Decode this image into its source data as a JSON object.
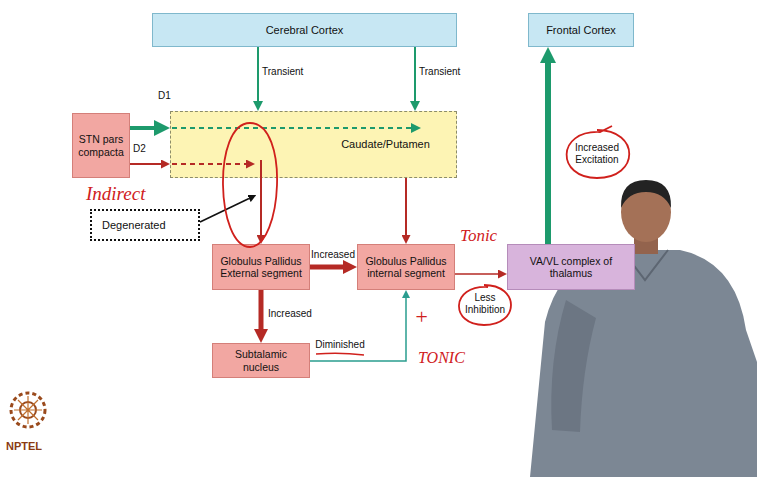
{
  "diagram": {
    "nodes": [
      {
        "text": [
          "Cerebral Cortex"
        ]
      },
      {
        "text": [
          "Frontal Cortex"
        ]
      },
      {
        "text": [
          "STN pars compacta"
        ]
      },
      {
        "text": [
          "Caudate/Putamen"
        ]
      },
      {
        "text": [
          "Degenerated"
        ]
      },
      {
        "text": [
          "Globulus Pallidus External segment"
        ]
      },
      {
        "text": [
          "Globulus Pallidus internal segment"
        ]
      },
      {
        "text": [
          "VA/VL complex of thalamus"
        ]
      },
      {
        "text": [
          "Subtalamic nucleus"
        ]
      }
    ],
    "edges": [
      {
        "from": 0,
        "to": 3,
        "arrow": "to",
        "label": "Transient"
      },
      {
        "from": 0,
        "to": 3,
        "arrow": "to",
        "label": "Transient"
      },
      {
        "from": 2,
        "to": 3,
        "arrow": "to",
        "label": "D1"
      },
      {
        "from": 2,
        "to": 3,
        "arrow": "to",
        "label": "D2"
      },
      {
        "from": 3,
        "to": 5,
        "arrow": "to"
      },
      {
        "from": 3,
        "to": 6,
        "arrow": "to"
      },
      {
        "from": 5,
        "to": 6,
        "arrow": "to",
        "label": "Increased"
      },
      {
        "from": 5,
        "to": 8,
        "arrow": "to",
        "label": "Increased"
      },
      {
        "from": 8,
        "to": 6,
        "arrow": "to",
        "label": "Diminished"
      },
      {
        "from": 6,
        "to": 7,
        "arrow": "to"
      },
      {
        "from": 7,
        "to": 1,
        "arrow": "to"
      }
    ],
    "labels": [
      "Increased Excitation",
      "Indirect",
      "Tonic",
      "Less Inhibition",
      "+",
      "TONIC",
      "NPTEL"
    ]
  }
}
